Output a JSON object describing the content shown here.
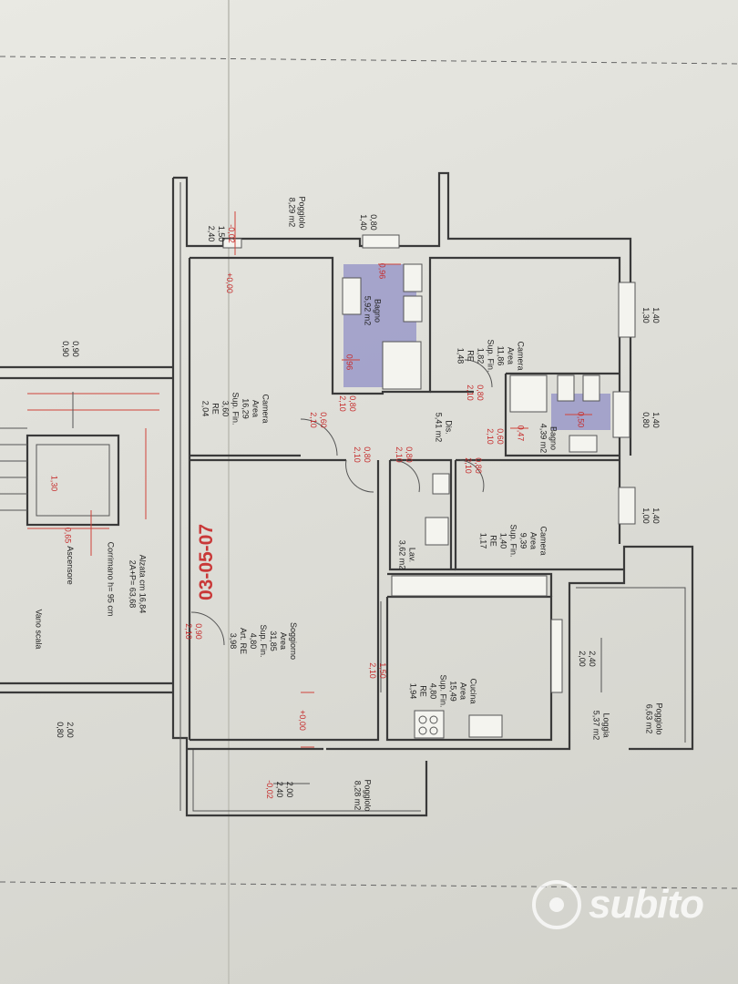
{
  "rooms": {
    "poggiolo_top": {
      "name": "Poggiolo",
      "area": "8,29 m2"
    },
    "camera_1": {
      "name": "Camera",
      "area_label": "Area",
      "area": "16,29",
      "sup_label": "Sup. Fin.",
      "sup": "3,60",
      "re_label": "RE",
      "re": "2,04"
    },
    "bagno_1": {
      "name": "Bagno",
      "area": "5,92 m2"
    },
    "camera_2": {
      "name": "Camera",
      "area_label": "Area",
      "area": "11,86",
      "sup_label": "Sup. Fin.",
      "sup": "1,82",
      "re_label": "RE",
      "re": "1,48"
    },
    "dis": {
      "name": "Dis.",
      "area": "5,41 m2"
    },
    "bagno_2": {
      "name": "Bagno",
      "area": "4,39 m2"
    },
    "camera_3": {
      "name": "Camera",
      "area_label": "Area",
      "area": "9,39",
      "sup_label": "Sup. Fin.",
      "sup": "1,40",
      "re_label": "RE",
      "re": "1,17"
    },
    "lav": {
      "name": "Lav.",
      "area": "3,62 m2"
    },
    "soggiorno": {
      "name": "Soggiorno",
      "area_label": "Area",
      "area": "31,85",
      "sup_label": "Sup. Fin.",
      "sup": "4,80",
      "re_label": "Art. RE",
      "re": "3,98"
    },
    "cucina": {
      "name": "Cucina",
      "area_label": "Area",
      "area": "15,49",
      "sup_label": "Sup. Fin.",
      "sup": "4,80",
      "re_label": "RE",
      "re": "1,94"
    },
    "loggia": {
      "name": "Loggia",
      "area": "5,37 m2"
    },
    "poggiolo_right": {
      "name": "Poggiolo",
      "area": "6,63 m2"
    },
    "poggiolo_bottom": {
      "name": "Poggiolo",
      "area": "8,28 m2"
    },
    "vano_scala": {
      "name": "Vano scala"
    }
  },
  "stair": {
    "ascensore": "Ascensore",
    "corrimano": "Corrimano h= 95 cm",
    "alzata": "Alzata cm 16,84",
    "formula": "2A+P= 63,68",
    "dim_a": "0,90",
    "dim_b": "0,90",
    "dim_c": "2,00",
    "dim_d": "0,80",
    "dim_lift": "1,30",
    "dim_small": "0,65"
  },
  "dims": {
    "top_a_red": "-0,02",
    "top_a1": "1,50",
    "top_a2": "2,40",
    "top_b1": "0,80",
    "top_b2": "1,40",
    "lev_zero_1": "+0,00",
    "lev_zero_2": "+0,00",
    "lev_neg_bottom": "-0,02",
    "right_1a": "1,40",
    "right_1b": "1,30",
    "right_2a": "1,40",
    "right_2b": "0,80",
    "right_3a": "1,40",
    "right_3b": "1,00",
    "loggia_a": "2,40",
    "loggia_b": "2,00",
    "bottom_a": "2,00",
    "bottom_b": "2,40",
    "door_1": "0,80",
    "door_1h": "2,10",
    "door_2": "0,80",
    "door_2h": "2,10",
    "door_3": "0,80",
    "door_3h": "2,10",
    "door_4": "0,80",
    "door_4h": "2,10",
    "door_5": "0,80",
    "door_5h": "2,10",
    "door_6": "0,80",
    "door_6h": "2,10",
    "door_7": "0,60",
    "door_7h": "2,10",
    "door_8": "0,60",
    "door_8h": "2,10",
    "door_entry": "0,90",
    "door_entry_h": "2,10",
    "door_cucina": "1,50",
    "door_cucina_h": "2,10",
    "red_small_1": "0,96",
    "red_small_2": "0,96",
    "red_small_3": "0,47",
    "red_small_4": "0,50"
  },
  "stamp": "03-05-07",
  "watermark": "subito",
  "colors": {
    "paper": "#e6e6e0",
    "wall": "#3a3a3a",
    "red": "#c93838",
    "bath": "#9a99c8"
  }
}
